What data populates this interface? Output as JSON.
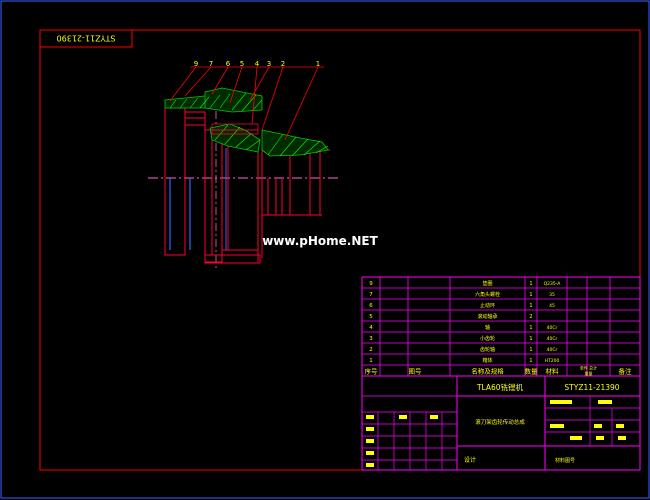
{
  "colors": {
    "background": "#000000",
    "frame": "#ff0000",
    "table": "#ff00ff",
    "text": "#ffff00",
    "hatch": "#00cc00",
    "part": "#ff0033",
    "axis": "#ff66cc",
    "accent": "#3366ff",
    "watermark": "#ffffff"
  },
  "drawing_number_stamp": "STYZ11-21390",
  "watermark": "www.pHome.NET",
  "callouts": [
    "9",
    "7",
    "6",
    "5",
    "4",
    "3",
    "2",
    "1"
  ],
  "parts_table": {
    "rows": [
      {
        "no": "9",
        "qty": "",
        "name": "垫圈",
        "count": "1",
        "material": "Q235-A"
      },
      {
        "no": "7",
        "qty": "",
        "name": "六角头螺栓",
        "count": "1",
        "material": "35"
      },
      {
        "no": "6",
        "qty": "",
        "name": "止动环",
        "count": "1",
        "material": "45"
      },
      {
        "no": "5",
        "qty": "",
        "name": "滚动轴承",
        "count": "2",
        "material": ""
      },
      {
        "no": "4",
        "qty": "",
        "name": "轴",
        "count": "1",
        "material": "40Cr"
      },
      {
        "no": "3",
        "qty": "",
        "name": "小齿轮",
        "count": "1",
        "material": "40Cr"
      },
      {
        "no": "2",
        "qty": "",
        "name": "齿轮轴",
        "count": "1",
        "material": "40Cr"
      },
      {
        "no": "1",
        "qty": "",
        "name": "箱体",
        "count": "1",
        "material": "HT200"
      }
    ],
    "header": {
      "no": "序号",
      "code": "图号",
      "name": "名称及规格",
      "count": "数量",
      "material": "材料",
      "mass": "单件 总计",
      "mass_sub": "重量",
      "remark": "备注"
    }
  },
  "title_block": {
    "machine": "TLA60铣镗机",
    "drawing_no": "STYZ11-21390",
    "assembly_name": "滚刀架齿轮传动总成",
    "company": "设计",
    "footer": "材料图号"
  }
}
